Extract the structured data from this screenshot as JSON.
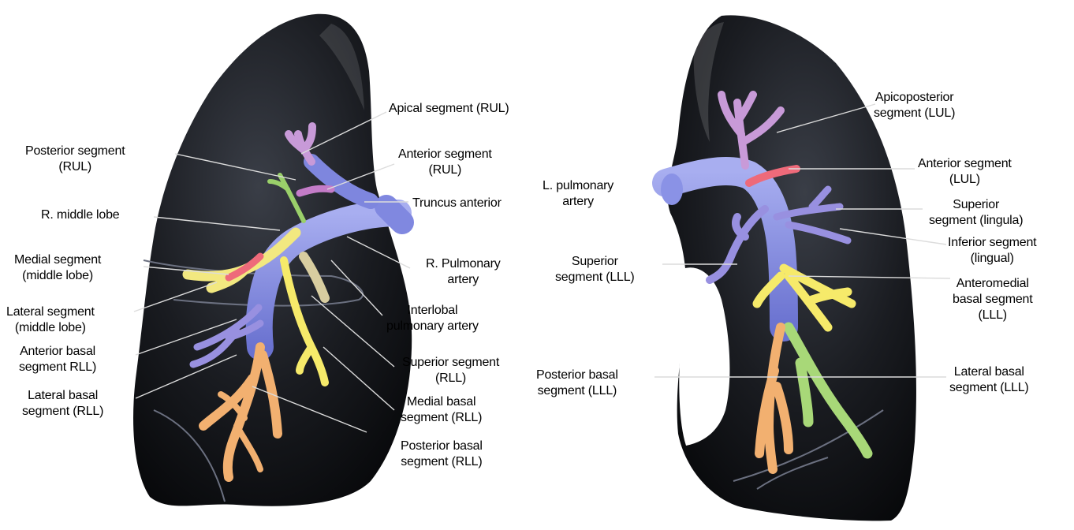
{
  "colors": {
    "background": "#ffffff",
    "lung_fill": "#121418",
    "pulmonary_artery": "#7f86e0",
    "upper_lobe_anterior": "#ee6a7a",
    "middle_lobe": "#f0e87a",
    "apical": "#c89ad8",
    "posterior_segment": "#9ad06a",
    "superior_lll": "#9890e0",
    "basal_orange": "#f2b070",
    "basal_green": "#a8d878",
    "basal_yellow": "#f6ea6a",
    "beige": "#d8cda0",
    "leader_line": "#d8d8d8"
  },
  "right_lung": {
    "apical_segment_rul": "Apical segment (RUL)",
    "posterior_segment_rul": [
      "Posterior segment",
      "(RUL)"
    ],
    "anterior_segment_rul": [
      "Anterior segment",
      "(RUL)"
    ],
    "truncus_anterior": "Truncus anterior",
    "r_middle_lobe": "R. middle lobe",
    "medial_segment": [
      "Medial segment",
      "(middle lobe)"
    ],
    "r_pulmonary_artery": [
      "R. Pulmonary",
      "artery"
    ],
    "lateral_segment": [
      "Lateral segment",
      "(middle lobe)"
    ],
    "interlobal_pulmonary_artery": [
      "Interlobal",
      "pulmonary artery"
    ],
    "anterior_basal_segment": [
      "Anterior basal",
      "segment RLL)"
    ],
    "superior_segment_rll": [
      "Superior segment",
      "(RLL)"
    ],
    "lateral_basal_segment": [
      "Lateral basal",
      "segment (RLL)"
    ],
    "medial_basal_segment": [
      "Medial basal",
      "segment (RLL)"
    ],
    "posterior_basal_segment": [
      "Posterior basal",
      "segment (RLL)"
    ]
  },
  "left_lung": {
    "apicoposterior_segment": [
      "Apicoposterior",
      "segment (LUL)"
    ],
    "l_pulmonary_artery": [
      "L. pulmonary",
      "artery"
    ],
    "anterior_segment_lul": [
      "Anterior segment",
      "(LUL)"
    ],
    "superior_segment_lingula": [
      "Superior",
      "segment (lingula)"
    ],
    "inferior_segment_lingual": [
      "Inferior segment",
      "(lingual)"
    ],
    "superior_segment_lll": [
      "Superior",
      "segment (LLL)"
    ],
    "anteromedial_basal_segment": [
      "Anteromedial",
      "basal segment",
      "(LLL)"
    ],
    "posterior_basal_segment": [
      "Posterior basal",
      "segment (LLL)"
    ],
    "lateral_basal_segment": [
      "Lateral basal",
      "segment (LLL)"
    ]
  }
}
